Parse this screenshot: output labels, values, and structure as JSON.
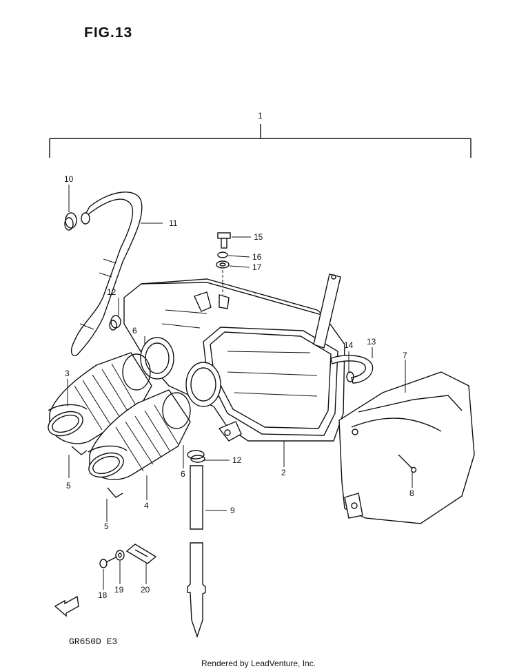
{
  "figure_title": "FIG.13",
  "model_code": "GR650D E3",
  "footer": "Rendered by LeadVenture, Inc.",
  "callouts": [
    {
      "id": "c1",
      "label": "1"
    },
    {
      "id": "c2",
      "label": "2"
    },
    {
      "id": "c3",
      "label": "3"
    },
    {
      "id": "c4",
      "label": "4"
    },
    {
      "id": "c5a",
      "label": "5"
    },
    {
      "id": "c5b",
      "label": "5"
    },
    {
      "id": "c6a",
      "label": "6"
    },
    {
      "id": "c6b",
      "label": "6"
    },
    {
      "id": "c7",
      "label": "7"
    },
    {
      "id": "c8",
      "label": "8"
    },
    {
      "id": "c9",
      "label": "9"
    },
    {
      "id": "c10",
      "label": "10"
    },
    {
      "id": "c11",
      "label": "11"
    },
    {
      "id": "c12a",
      "label": "12"
    },
    {
      "id": "c12b",
      "label": "12"
    },
    {
      "id": "c13",
      "label": "13"
    },
    {
      "id": "c14",
      "label": "14"
    },
    {
      "id": "c15",
      "label": "15"
    },
    {
      "id": "c16",
      "label": "16"
    },
    {
      "id": "c17",
      "label": "17"
    },
    {
      "id": "c18",
      "label": "18"
    },
    {
      "id": "c19",
      "label": "19"
    },
    {
      "id": "c20",
      "label": "20"
    }
  ],
  "fwd_label": "FWD",
  "icons": [
    "fwd-arrow-icon",
    "watermark-logo-icon"
  ]
}
